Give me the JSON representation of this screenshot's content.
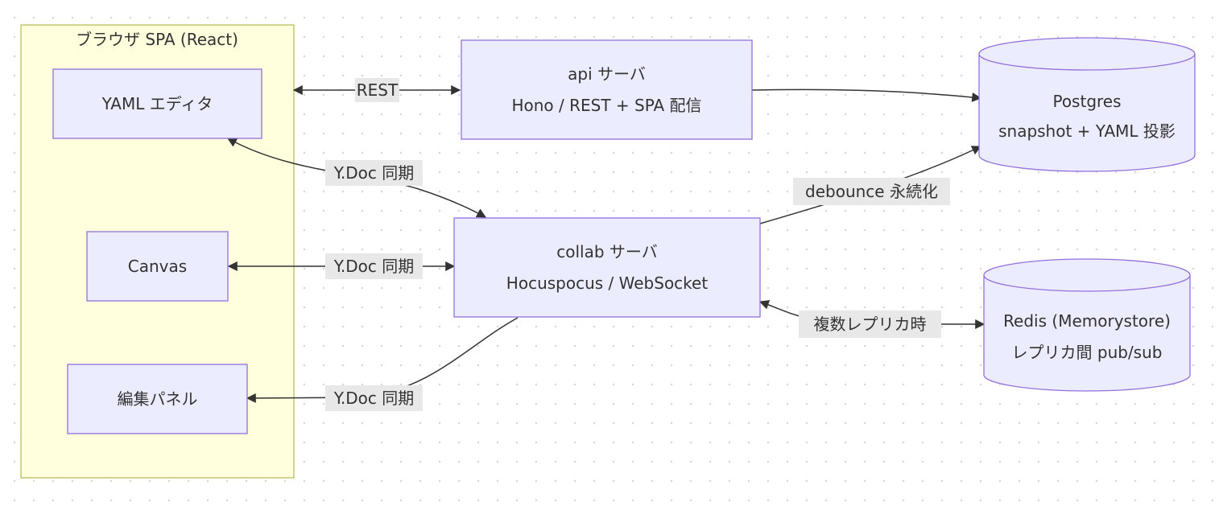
{
  "diagram": {
    "group": {
      "title": "ブラウザ SPA (React)"
    },
    "nodes": {
      "yaml_editor": {
        "lines": [
          "YAML エディタ"
        ]
      },
      "canvas": {
        "lines": [
          "Canvas"
        ]
      },
      "edit_panel": {
        "lines": [
          "編集パネル"
        ]
      },
      "api_server": {
        "lines": [
          "api サーバ",
          "Hono / REST + SPA 配信"
        ]
      },
      "collab_server": {
        "lines": [
          "collab サーバ",
          "Hocuspocus / WebSocket"
        ]
      },
      "postgres": {
        "lines": [
          "Postgres",
          "snapshot + YAML 投影"
        ]
      },
      "redis": {
        "lines": [
          "Redis (Memorystore)",
          "レプリカ間 pub/sub"
        ]
      }
    },
    "edges": {
      "rest": {
        "label": "REST"
      },
      "ydoc_yaml": {
        "label": "Y.Doc 同期"
      },
      "ydoc_canvas": {
        "label": "Y.Doc 同期"
      },
      "ydoc_panel": {
        "label": "Y.Doc 同期"
      },
      "debounce": {
        "label": "debounce 永続化"
      },
      "replica": {
        "label": "複数レプリカ時"
      }
    },
    "colors": {
      "node_fill": "#ececff",
      "node_stroke": "#9370db",
      "group_fill": "#ffffde",
      "group_stroke": "#aaaa33",
      "edge": "#333333",
      "label_bg": "#e8e8e8"
    }
  }
}
